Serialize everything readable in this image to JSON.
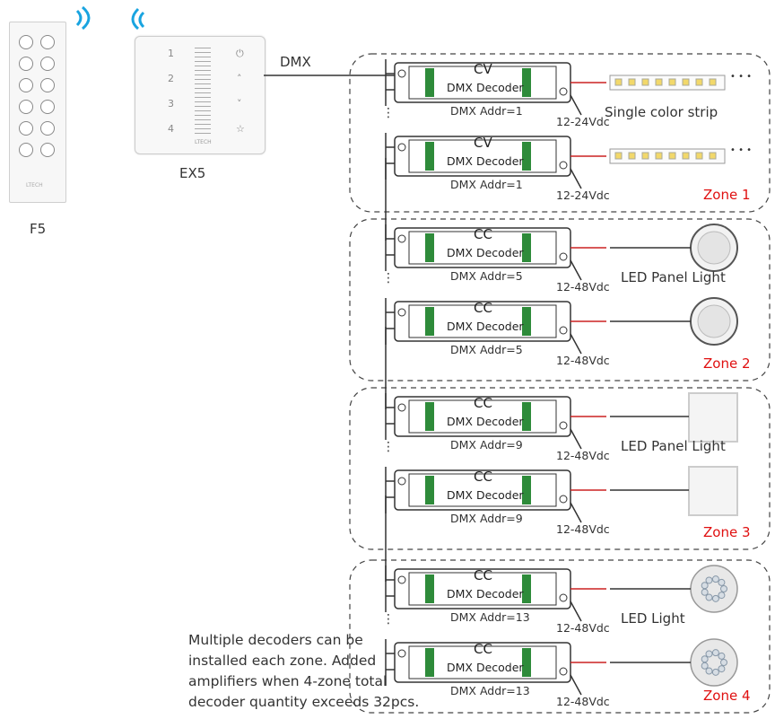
{
  "remote": {
    "label": "F5",
    "brand": "LTECH"
  },
  "panel": {
    "label": "EX5",
    "brand": "LTECH",
    "keys": [
      "1",
      "2",
      "3",
      "4"
    ]
  },
  "signal": {
    "label": "DMX"
  },
  "decoder_name": "DMX Decoder",
  "zones": [
    {
      "name": "Zone 1",
      "type": "CV",
      "addr": "DMX Addr=1",
      "voltage": "12-24Vdc",
      "load": "Single color strip",
      "load_kind": "strip"
    },
    {
      "name": "Zone 2",
      "type": "CC",
      "addr": "DMX Addr=5",
      "voltage": "12-48Vdc",
      "load": "LED Panel Light",
      "load_kind": "round-panel"
    },
    {
      "name": "Zone 3",
      "type": "CC",
      "addr": "DMX Addr=9",
      "voltage": "12-48Vdc",
      "load": "LED Panel Light",
      "load_kind": "square-panel"
    },
    {
      "name": "Zone 4",
      "type": "CC",
      "addr": "DMX Addr=13",
      "voltage": "12-48Vdc",
      "load": "LED Light",
      "load_kind": "downlight"
    }
  ],
  "ellipsis": "• • •",
  "note": "Multiple decoders can be installed each zone. Added amplifiers when 4-zone total decoder quantity exceeds 32pcs.",
  "colors": {
    "zone_label": "#e01010",
    "signal": "#19a4e0",
    "wire": "#333333",
    "terminal": "#2e8b3a"
  }
}
